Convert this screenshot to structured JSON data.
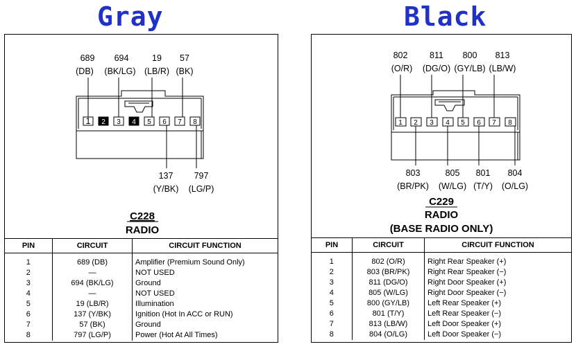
{
  "left": {
    "heading": "Gray",
    "top_wires": [
      {
        "num": "689",
        "color": "(DB)"
      },
      {
        "num": "694",
        "color": "(BK/LG)"
      },
      {
        "num": "19",
        "color": "(LB/R)"
      },
      {
        "num": "57",
        "color": "(BK)"
      }
    ],
    "bottom_wires": [
      {
        "num": "137",
        "color": "(Y/BK)"
      },
      {
        "num": "797",
        "color": "(LG/P)"
      }
    ],
    "pins": [
      "1",
      "2",
      "3",
      "4",
      "5",
      "6",
      "7",
      "8"
    ],
    "connector_id": "C228",
    "connector_name": "RADIO",
    "table_headers": [
      "PIN",
      "CIRCUIT",
      "CIRCUIT FUNCTION"
    ],
    "rows": [
      [
        "1",
        "689  (DB)",
        "Amplifier (Premium Sound Only)"
      ],
      [
        "2",
        "—",
        "NOT USED"
      ],
      [
        "3",
        "694  (BK/LG)",
        "Ground"
      ],
      [
        "4",
        "—",
        "NOT USED"
      ],
      [
        "5",
        "19  (LB/R)",
        "Illumination"
      ],
      [
        "6",
        "137  (Y/BK)",
        "Ignition (Hot In ACC or RUN)"
      ],
      [
        "7",
        "57  (BK)",
        "Ground"
      ],
      [
        "8",
        "797  (LG/P)",
        "Power (Hot At All Times)"
      ]
    ]
  },
  "right": {
    "heading": "Black",
    "top_wires": [
      {
        "num": "802",
        "color": "(O/R)"
      },
      {
        "num": "811",
        "color": "(DG/O)"
      },
      {
        "num": "800",
        "color": "(GY/LB)"
      },
      {
        "num": "813",
        "color": "(LB/W)"
      }
    ],
    "bottom_wires": [
      {
        "num": "803",
        "color": "(BR/PK)"
      },
      {
        "num": "805",
        "color": "(W/LG)"
      },
      {
        "num": "801",
        "color": "(T/Y)"
      },
      {
        "num": "804",
        "color": "(O/LG)"
      }
    ],
    "pins": [
      "1",
      "2",
      "3",
      "4",
      "5",
      "6",
      "7",
      "8"
    ],
    "connector_id": "C229",
    "connector_name": "RADIO",
    "connector_note": "(BASE RADIO ONLY)",
    "table_headers": [
      "PIN",
      "CIRCUIT",
      "CIRCUIT FUNCTION"
    ],
    "rows": [
      [
        "1",
        "802  (O/R)",
        "Right Rear Speaker (+)"
      ],
      [
        "2",
        "803  (BR/PK)",
        "Right Rear Speaker (−)"
      ],
      [
        "3",
        "811  (DG/O)",
        "Right Door Speaker (+)"
      ],
      [
        "4",
        "805  (W/LG)",
        "Right Door Speaker (−)"
      ],
      [
        "5",
        "800  (GY/LB)",
        "Left Rear Speaker (+)"
      ],
      [
        "6",
        "801  (T/Y)",
        "Left Rear Speaker (−)"
      ],
      [
        "7",
        "813  (LB/W)",
        "Left Door Speaker (+)"
      ],
      [
        "8",
        "804  (O/LG)",
        "Left Door Speaker (−)"
      ]
    ]
  }
}
